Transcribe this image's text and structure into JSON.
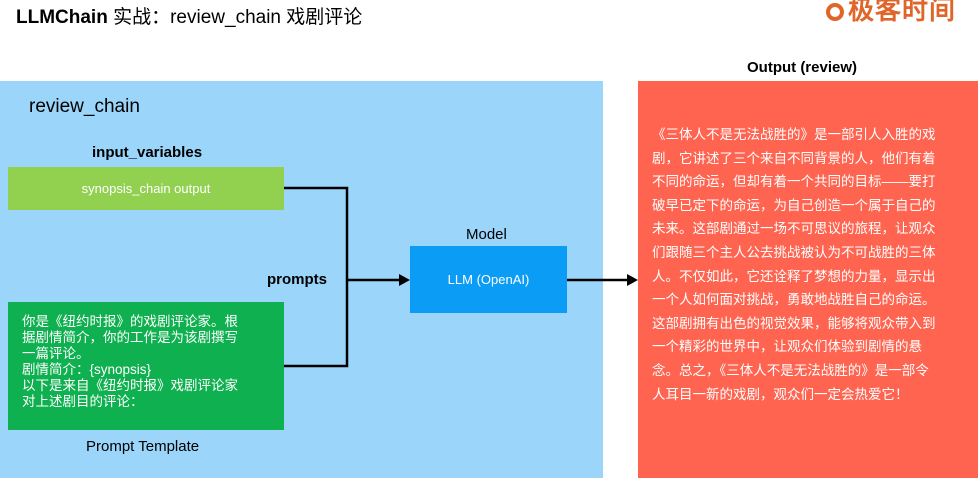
{
  "header": {
    "title_en": "LLMChain",
    "title_cn": " 实战：review_chain 戏剧评论",
    "logo_text": "极客时间",
    "logo_color": "#e0652a"
  },
  "chain": {
    "title": "review_chain",
    "input_variables_label": "input_variables",
    "input_variable": "synopsis_chain output",
    "prompts_label": "prompts",
    "template_lines": [
      "你是《纽约时报》的戏剧评论家。根",
      "据剧情简介，你的工作是为该剧撰写",
      "一篇评论。",
      "剧情简介：{synopsis}",
      "以下是来自《纽约时报》戏剧评论家",
      "对上述剧目的评论："
    ],
    "template_label": "Prompt Template",
    "model_label": "Model",
    "model_name": "LLM (OpenAI)"
  },
  "output": {
    "label": "Output (review)",
    "lines": [
      "《三体人不是无法战胜的》是一部引人入胜的戏",
      "剧，它讲述了三个来自不同背景的人，他们有着",
      "不同的命运，但却有着一个共同的目标——要打",
      "破早已定下的命运，为自己创造一个属于自己的",
      "未来。这部剧通过一场不可思议的旅程，让观众",
      "们跟随三个主人公去挑战被认为不可战胜的三体",
      "人。不仅如此，它还诠释了梦想的力量，显示出",
      "一个人如何面对挑战，勇敢地战胜自己的命运。",
      "这部剧拥有出色的视觉效果，能够将观众带入到",
      "一个精彩的世界中，让观众们体验到剧情的悬",
      "念。总之，《三体人不是无法战胜的》是一部令",
      "人耳目一新的戏剧，观众们一定会热爱它！"
    ]
  },
  "colors": {
    "chain_panel": "#9bd5fa",
    "input_box": "#92d050",
    "template_box": "#0fb04f",
    "model_box": "#0b9cf5",
    "output_panel": "#fe6450"
  }
}
